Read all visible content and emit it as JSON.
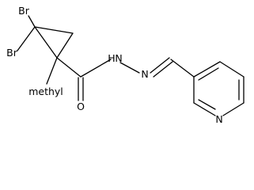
{
  "molecule": {
    "atoms": {
      "br_top": "Br",
      "br_left": "Br",
      "methyl": "methyl",
      "carbonyl_o": "O",
      "amide_n": "N",
      "amide_h": "H",
      "imine_n": "N",
      "pyridine_n": "N"
    }
  }
}
